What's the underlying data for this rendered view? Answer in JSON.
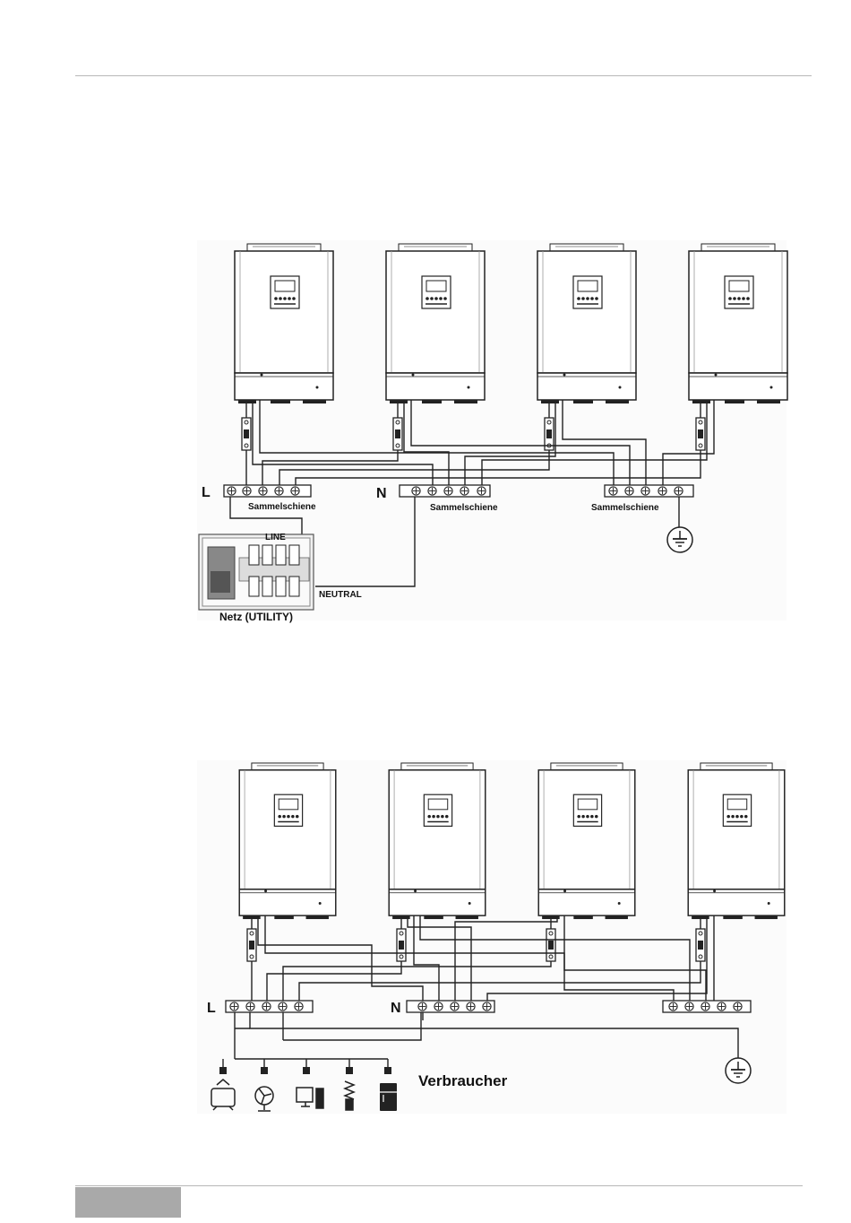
{
  "diagram1": {
    "label_L": "L",
    "label_N": "N",
    "busbar_1": "Sammelschiene",
    "busbar_2": "Sammelschiene",
    "busbar_3": "Sammelschiene",
    "line": "LINE",
    "neutral": "NEUTRAL",
    "utility": "Netz  (UTILITY)"
  },
  "diagram2": {
    "label_L": "L",
    "label_N": "N",
    "loads_label": "Verbraucher",
    "load_icons": [
      "tv-icon",
      "fan-icon",
      "computer-icon",
      "lamp-icon",
      "fridge-icon"
    ]
  }
}
